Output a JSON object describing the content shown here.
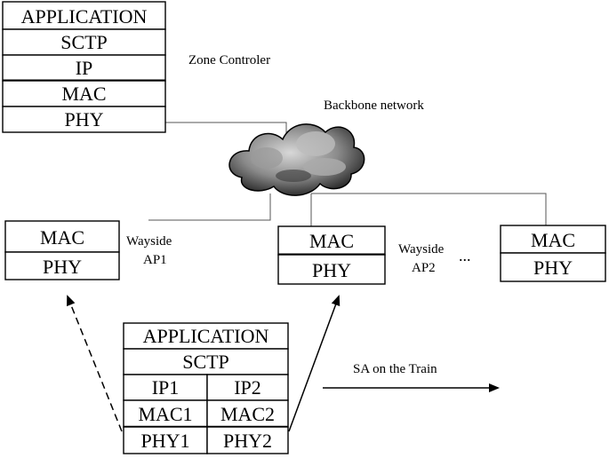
{
  "zone_controller": {
    "label": "Zone Controler",
    "stack": [
      "APPLICATION",
      "SCTP",
      "IP",
      "MAC",
      "PHY"
    ]
  },
  "backbone": {
    "label": "Backbone network"
  },
  "wayside_ap1": {
    "label_line1": "Wayside",
    "label_line2": "AP1",
    "stack": [
      "MAC",
      "PHY"
    ]
  },
  "wayside_ap2": {
    "label_line1": "Wayside",
    "label_line2": "AP2",
    "stack": [
      "MAC",
      "PHY"
    ]
  },
  "ellipsis": "...",
  "wayside_ap3": {
    "stack": [
      "MAC",
      "PHY"
    ]
  },
  "train": {
    "label": "SA on the Train",
    "application": "APPLICATION",
    "sctp": "SCTP",
    "ip1": "IP1",
    "ip2": "IP2",
    "mac1": "MAC1",
    "mac2": "MAC2",
    "phy1": "PHY1",
    "phy2": "PHY2"
  }
}
